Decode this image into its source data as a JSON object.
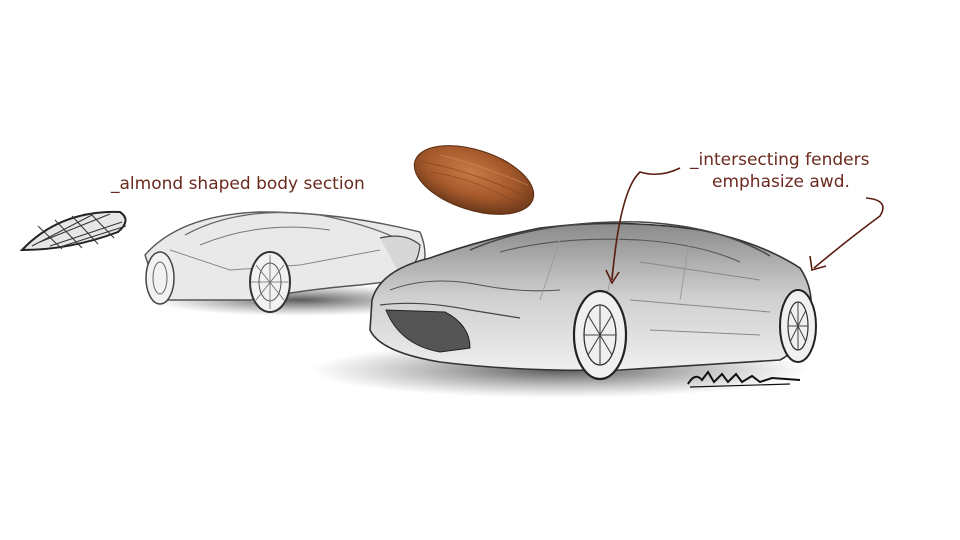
{
  "annotations": {
    "almond_label": "_almond shaped body section",
    "fenders_line1": "_intersecting fenders",
    "fenders_line2": "emphasize awd."
  },
  "colors": {
    "annotation_text": "#6b2a1e",
    "arrow": "#5a1d12",
    "almond": "#a65a2c",
    "pencil": "#3a3a3a",
    "background": "#ffffff"
  },
  "icons": {
    "signature": "designer-signature"
  }
}
